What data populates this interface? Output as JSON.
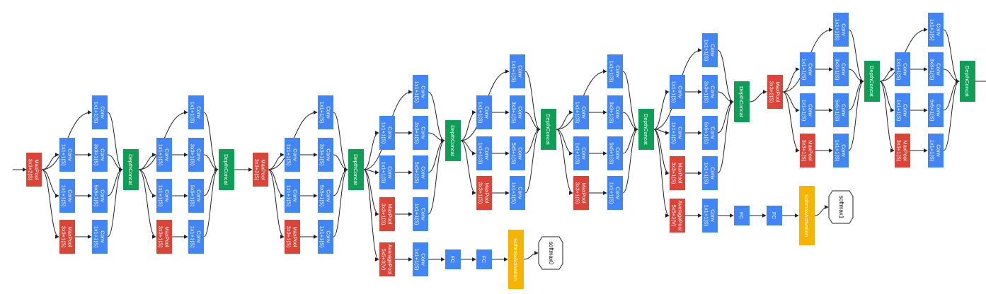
{
  "labels": {
    "conv": "Conv",
    "maxpool": "MaxPool",
    "avgpool": "AveragePool",
    "concat": "DepthConcat",
    "fc": "FC",
    "softmax_activation": "SoftmaxActivation",
    "softmax0": "softmax0",
    "softmax1": "softmax1",
    "p_1x1": "1x1+1(S)",
    "p_3x3": "3x3+1(S)",
    "p_5x5": "5x5+1(S)",
    "p_pool_3x3_2": "3x3+2(S)",
    "p_pool_3x3_1": "3x3+1(S)",
    "p_avg_5x5": "5x5+3(V)"
  },
  "colors": {
    "conv": "#4285f4",
    "pool": "#db4437",
    "concat": "#0f9d58",
    "softmax": "#f4b400",
    "output": "#ffffff",
    "edge": "#222222"
  }
}
